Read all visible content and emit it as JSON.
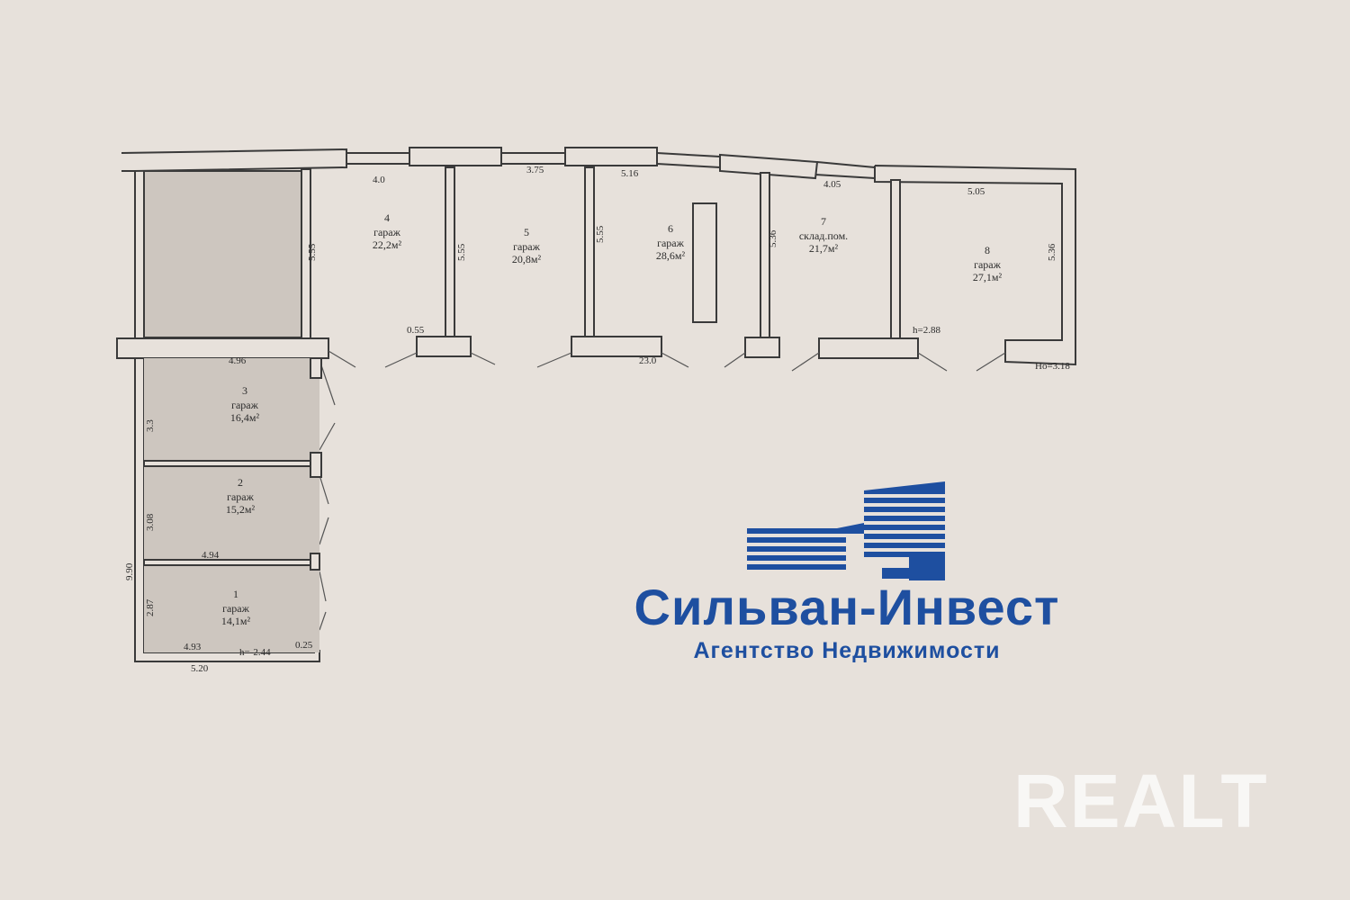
{
  "floor_plan": {
    "rooms": [
      {
        "number": "1",
        "name": "гараж",
        "area": "14,1м²"
      },
      {
        "number": "2",
        "name": "гараж",
        "area": "15,2м²"
      },
      {
        "number": "3",
        "name": "гараж",
        "area": "16,4м²"
      },
      {
        "number": "4",
        "name": "гараж",
        "area": "22,2м²"
      },
      {
        "number": "5",
        "name": "гараж",
        "area": "20,8м²"
      },
      {
        "number": "6",
        "name": "гараж",
        "area": "28,6м²"
      },
      {
        "number": "7",
        "name": "склад.пом.",
        "area": "21,7м²"
      },
      {
        "number": "8",
        "name": "гараж",
        "area": "27,1м²"
      }
    ],
    "dimensions": {
      "d4_0": "4.0",
      "d3_75": "3.75",
      "d5_16": "5.16",
      "d4_05": "4.05",
      "d5_05": "5.05",
      "d5_55_a": "5.55",
      "d5_55_b": "5.55",
      "d5_55_c": "5.55",
      "d5_36_a": "5.36",
      "d5_36_b": "5.36",
      "d0_55": "0.55",
      "d23_0": "23.0",
      "h2_88": "h=2.88",
      "ho3_18": "Ho=3.18",
      "d4_96": "4.96",
      "d3_3": "3.3",
      "d3_08": "3.08",
      "d4_94": "4.94",
      "d9_90": "9.90",
      "d2_87": "2.87",
      "d4_93": "4.93",
      "h2_44": "h=-2.44",
      "d0_25": "0.25",
      "d5_20": "5.20"
    }
  },
  "logo": {
    "name": "Сильван-Инвест",
    "tagline": "Агентство Недвижимости",
    "color": "#1e4fa0"
  },
  "watermark": "REALT"
}
